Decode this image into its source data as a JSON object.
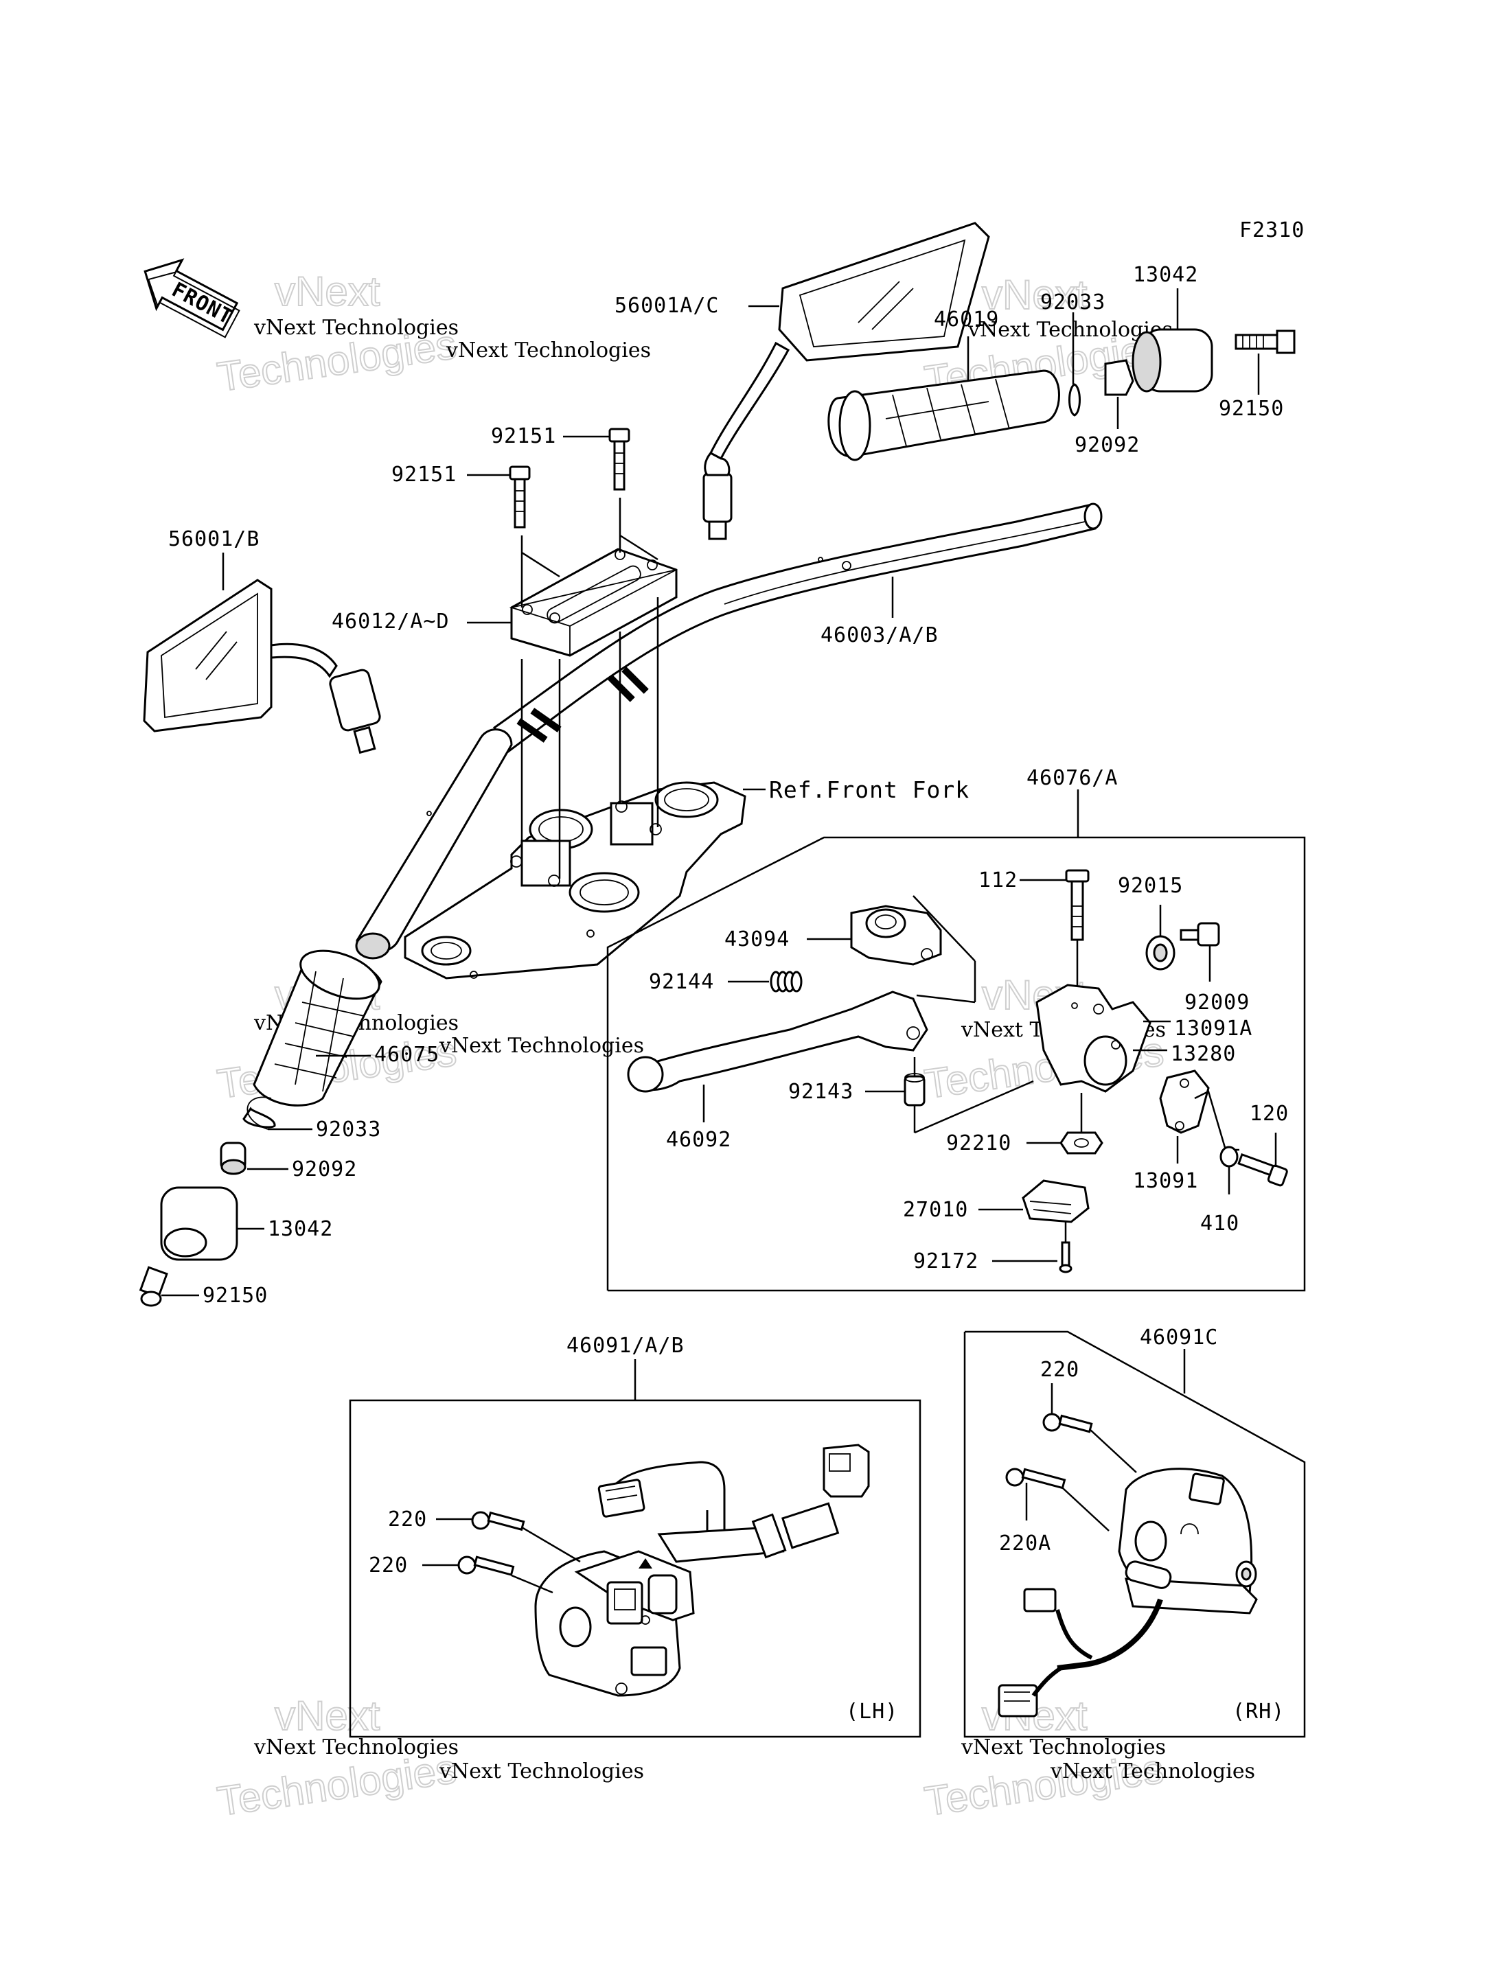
{
  "diagram_code": "F2310",
  "front_badge": "FRONT",
  "watermark": {
    "line1": "vNext Technologies",
    "logo_top": "vNext",
    "logo_bottom": "Technologies"
  },
  "reference": "Ref.Front Fork",
  "sides": {
    "left": "(LH)",
    "right": "(RH)"
  },
  "callouts": {
    "p56001ac": "56001A/C",
    "p56001b": "56001/B",
    "p46012": "46012/A~D",
    "p46003": "46003/A/B",
    "p92151a": "92151",
    "p92151b": "92151",
    "p46019": "46019",
    "p92033top": "92033",
    "p13042top": "13042",
    "p92150top": "92150",
    "p92092top": "92092",
    "p46075": "46075",
    "p92033": "92033",
    "p92092": "92092",
    "p13042": "13042",
    "p92150": "92150",
    "p46076": "46076/A",
    "p112": "112",
    "p92015": "92015",
    "p43094": "43094",
    "p92144": "92144",
    "p92009": "92009",
    "p13091a": "13091A",
    "p13280": "13280",
    "p92143": "92143",
    "p46092": "46092",
    "p92210": "92210",
    "p120": "120",
    "p13091": "13091",
    "p27010": "27010",
    "p410": "410",
    "p92172": "92172",
    "p46091ab": "46091/A/B",
    "p220a1": "220",
    "p220a2": "220",
    "p46091c": "46091C",
    "p220c": "220",
    "p220ca": "220A"
  }
}
